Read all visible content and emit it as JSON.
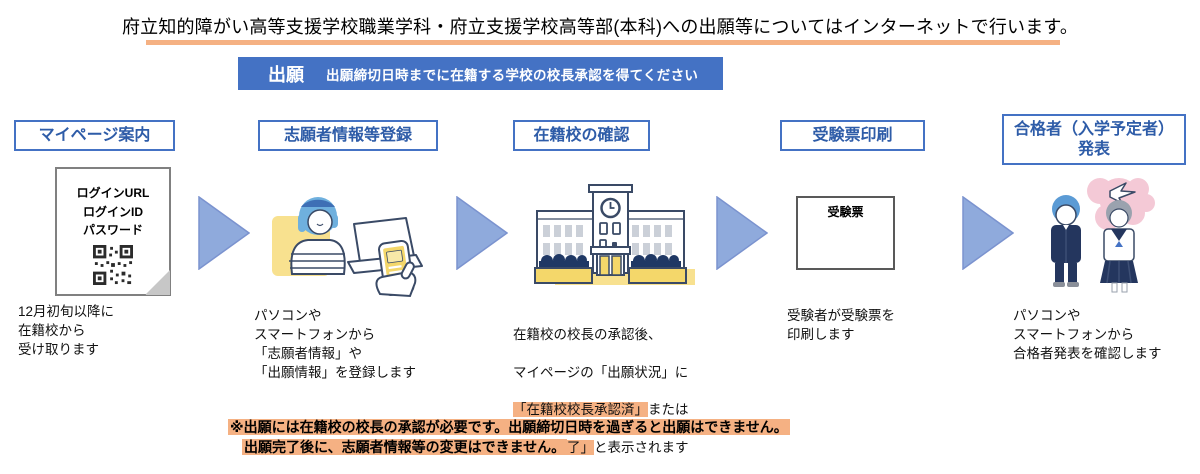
{
  "title": "府立知的障がい高等支援学校職業学科・府立支援学校高等部(本科)への出願等についてはインターネットで行います。",
  "banner": {
    "label": "出願",
    "note": "出願締切日時までに在籍する学校の校長承認を得てください"
  },
  "steps": [
    {
      "title": "マイページ案内",
      "card": {
        "line1": "ログインURL",
        "line2": "ログインID",
        "line3": "パスワード"
      },
      "description": "12月初旬以降に\n在籍校から\n受け取ります"
    },
    {
      "title": "志願者情報等登録",
      "description": "パソコンや\nスマートフォンから\n「志願者情報」や\n「出願情報」を登録します"
    },
    {
      "title": "在籍校の確認",
      "desc_line1": "在籍校の校長の承認後、",
      "desc_line2": "マイページの「出願状況」に",
      "desc_line3_highlight": "「在籍校校長承認済」",
      "desc_line3_rest": "または",
      "desc_line4_highlight": "「出願完了」",
      "desc_line4_rest": "と表示されます"
    },
    {
      "title": "受験票印刷",
      "ticket_label": "受験票",
      "description": "受験者が受験票を\n印刷します"
    },
    {
      "title": "合格者（入学予定者）\n発表",
      "description": "パソコンや\nスマートフォンから\n合格者発表を確認します"
    }
  ],
  "footnote": {
    "line1": "※出願には在籍校の校長の承認が必要です。出願締切日時を過ぎると出願はできません。",
    "line2": "出願完了後に、志願者情報等の変更はできません。"
  },
  "icons": {
    "step1": "login-paper-with-qr-code",
    "step2": "person-laptop-and-phone",
    "step3": "school-building",
    "step4": "exam-ticket-card",
    "step5": "two-students-with-cherry-blossoms",
    "arrow": "right-pointing-triangle"
  },
  "colors": {
    "banner_blue": "#4472C4",
    "box_border_blue": "#4472C4",
    "step_title_text_blue": "#2E5CA8",
    "arrow_fill": "#8FAADC",
    "highlight_peach": "#F5B183",
    "illustration_navy": "#24365E",
    "illustration_yellow": "#F4D76A"
  }
}
